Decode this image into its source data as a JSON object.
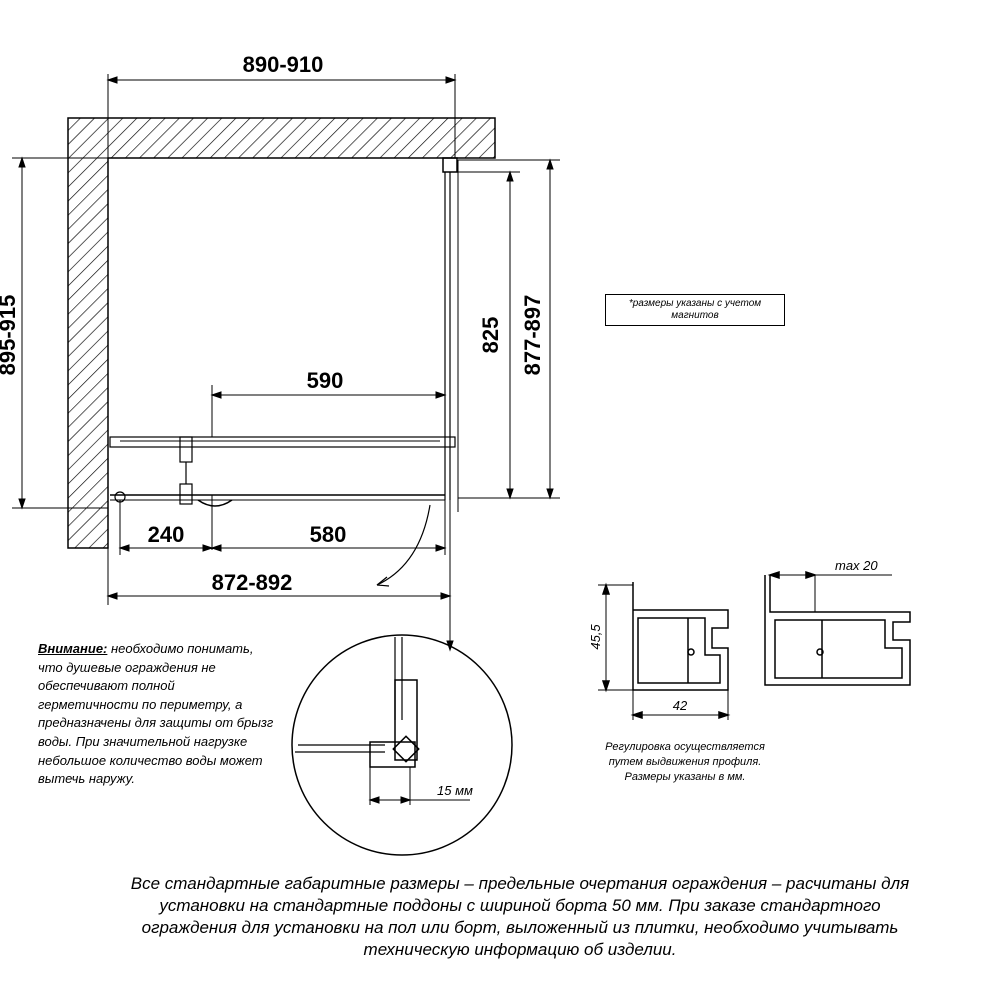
{
  "dimensions": {
    "top_width": "890-910",
    "left_height": "895-915",
    "inner_height": "825",
    "right_height": "877-897",
    "door_width": "590",
    "left_offset": "240",
    "bottom_panel": "580",
    "bottom_width": "872-892",
    "detail_gap": "15 мм",
    "profile_height": "45,5",
    "profile_width": "42",
    "max_adjust": "max 20"
  },
  "notes": {
    "magnets_line1": "*размеры указаны с учетом",
    "magnets_line2": "магнитов",
    "warning_heading": "Внимание:",
    "warning_text": "необходимо понимать, что душевые ограждения не обеспечивают полной герметичности по периметру, а предназначены для защиты от брызг воды. При значительной нагрузке небольшое количество воды может вытечь наружу.",
    "adjust_line1": "Регулировка осуществляется",
    "adjust_line2": "путем выдвижения профиля.",
    "adjust_line3": "Размеры указаны в мм.",
    "bottom_text": "Все стандартные габаритные размеры – предельные очертания ограждения – расчитаны для установки на стандартные поддоны с шириной борта 50 мм. При заказе стандартного ограждения для установки на пол или борт, выложенный из плитки, необходимо учитывать техническую информацию об изделии."
  }
}
